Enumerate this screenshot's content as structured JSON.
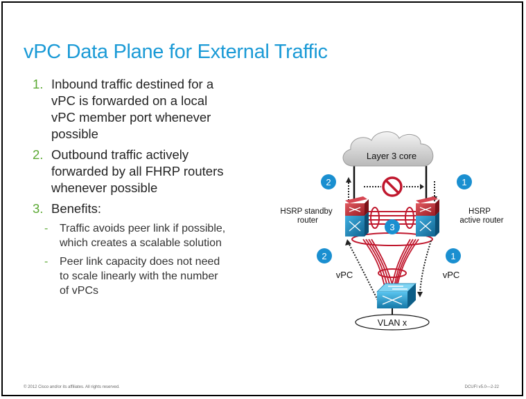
{
  "title": "vPC Data Plane for External Traffic",
  "bullets": [
    {
      "num": "1.",
      "lines": [
        "Inbound traffic destined for a",
        "vPC is forwarded on a local",
        "vPC member port whenever",
        "possible"
      ]
    },
    {
      "num": "2.",
      "lines": [
        "Outbound traffic actively",
        "forwarded by all FHRP routers",
        "whenever possible"
      ]
    },
    {
      "num": "3.",
      "lines": [
        "Benefits:"
      ]
    }
  ],
  "sub_bullets": [
    {
      "dash": "-",
      "lines": [
        "Traffic avoids peer link if possible,",
        "which creates a scalable solution"
      ]
    },
    {
      "dash": "-",
      "lines": [
        "Peer link capacity does not need",
        "to scale linearly with the number",
        "of vPCs"
      ]
    }
  ],
  "diagram": {
    "cloud_label": "Layer 3 core",
    "left_router_label": [
      "HSRP standby",
      "router"
    ],
    "right_router_label": [
      "HSRP",
      "active router"
    ],
    "vpc_left": "vPC",
    "vpc_right": "vPC",
    "vlan_label": "VLAN x",
    "badges": {
      "top_left": "2",
      "top_right": "1",
      "middle": "3",
      "bottom_left": "2",
      "bottom_right": "1"
    }
  },
  "footer": {
    "left": "© 2012 Cisco and/or its affiliates. All rights reserved.",
    "right": "DCUFI v5.0—2-22"
  },
  "colors": {
    "title": "#1a9ad6",
    "numbers": "#5aa832",
    "badge": "#1a8fd0",
    "links": "#c0172d"
  }
}
